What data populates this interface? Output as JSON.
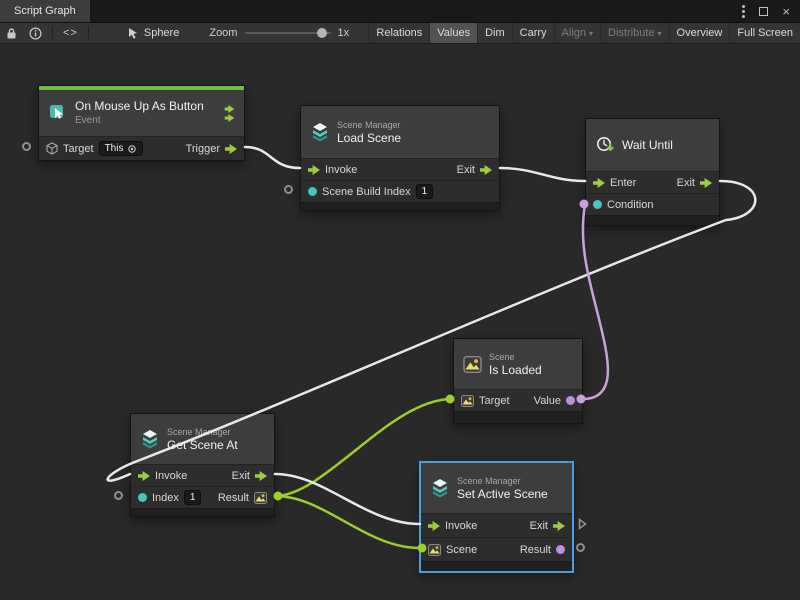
{
  "window": {
    "tab_title": "Script Graph"
  },
  "icons": {
    "code": "<>",
    "caret": "▾",
    "close": "×"
  },
  "toolbar": {
    "object_name": "Sphere",
    "zoom_label": "Zoom",
    "zoom_value": "1x",
    "buttons": {
      "relations": "Relations",
      "values": "Values",
      "dim": "Dim",
      "carry": "Carry",
      "align": "Align",
      "distribute": "Distribute",
      "overview": "Overview",
      "full_screen": "Full Screen"
    }
  },
  "nodes": {
    "on_mouse_up": {
      "title": "On Mouse Up As Button",
      "subtitle": "Event",
      "ports": {
        "target": "Target",
        "target_value": "This",
        "trigger": "Trigger"
      }
    },
    "load_scene": {
      "category": "Scene Manager",
      "title": "Load Scene",
      "ports": {
        "invoke": "Invoke",
        "exit": "Exit",
        "scene_build_index": "Scene Build Index",
        "scene_build_index_value": "1"
      }
    },
    "wait_until": {
      "title": "Wait Until",
      "ports": {
        "enter": "Enter",
        "exit": "Exit",
        "condition": "Condition"
      }
    },
    "is_loaded": {
      "category": "Scene",
      "title": "Is Loaded",
      "ports": {
        "target": "Target",
        "value": "Value"
      }
    },
    "get_scene_at": {
      "category": "Scene Manager",
      "title": "Get Scene At",
      "ports": {
        "invoke": "Invoke",
        "exit": "Exit",
        "index": "Index",
        "index_value": "1",
        "result": "Result"
      }
    },
    "set_active_scene": {
      "category": "Scene Manager",
      "title": "Set Active Scene",
      "ports": {
        "invoke": "Invoke",
        "exit": "Exit",
        "scene": "Scene",
        "result": "Result"
      }
    }
  },
  "colors": {
    "flow_green": "#9ccd45",
    "event_header_green": "#6fbe44",
    "teal_port": "#4cc4bc",
    "purple_port": "#bb90dd",
    "selection_blue": "#4a9edb",
    "wire_white": "#e8e8e8",
    "wire_green": "#9ccd2f",
    "wire_purple": "#c9a0dc"
  }
}
